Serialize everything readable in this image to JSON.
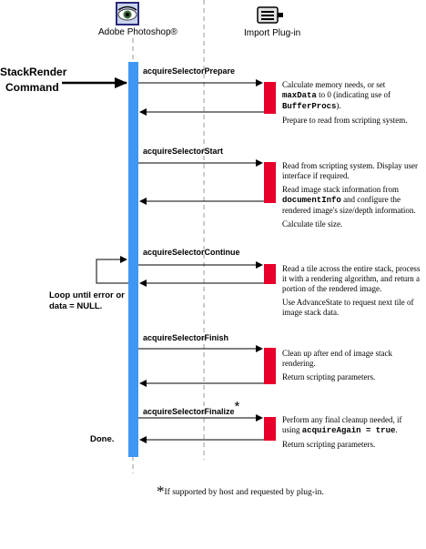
{
  "header": {
    "host_label": "Adobe Photoshop®",
    "plugin_label": "Import Plug-in",
    "host_icon": "eye-icon",
    "plugin_icon": "plugin-icon"
  },
  "colors": {
    "host_bar": "#3f97f3",
    "plugin_bar": "#e8002a",
    "lifeline": "#999999"
  },
  "trigger": {
    "line1": "StackRender",
    "line2": "Command"
  },
  "steps": [
    {
      "message": "acquireSelectorPrepare",
      "desc": [
        [
          "Calculate memory needs, or set ",
          {
            "code": "maxData"
          },
          " to 0 (indicating use of ",
          {
            "code": "BufferProcs"
          },
          ")."
        ],
        [
          " Prepare to read from scripting system."
        ]
      ]
    },
    {
      "message": "acquireSelectorStart",
      "desc": [
        [
          "Read from scripting system.  Display user interface if required."
        ],
        [
          "Read image stack information from ",
          {
            "code": "documentInfo"
          },
          " and configure the rendered image's size/depth information."
        ],
        [
          "Calculate tile size."
        ]
      ]
    },
    {
      "message": "acquireSelectorContinue",
      "desc": [
        [
          "Read a tile across the entire stack, process it with a rendering algorithm, and return a portion of the rendered image."
        ],
        [
          "Use AdvanceState to request next tile of image stack data."
        ]
      ]
    },
    {
      "message": "acquireSelectorFinish",
      "desc": [
        [
          "Clean up after end of image stack rendering."
        ],
        [
          "Return scripting parameters."
        ]
      ]
    },
    {
      "message": "acquireSelectorFinalize",
      "message_mark": "*",
      "desc": [
        [
          "Perform any final cleanup needed, if using ",
          {
            "code": "acquireAgain = true"
          },
          "."
        ],
        [
          "Return scripting parameters."
        ]
      ]
    }
  ],
  "loop_note": "Loop until error or data = NULL.",
  "done_label": "Done.",
  "footnote": {
    "mark": "*",
    "text": "If supported by host and requested by plug-in."
  }
}
